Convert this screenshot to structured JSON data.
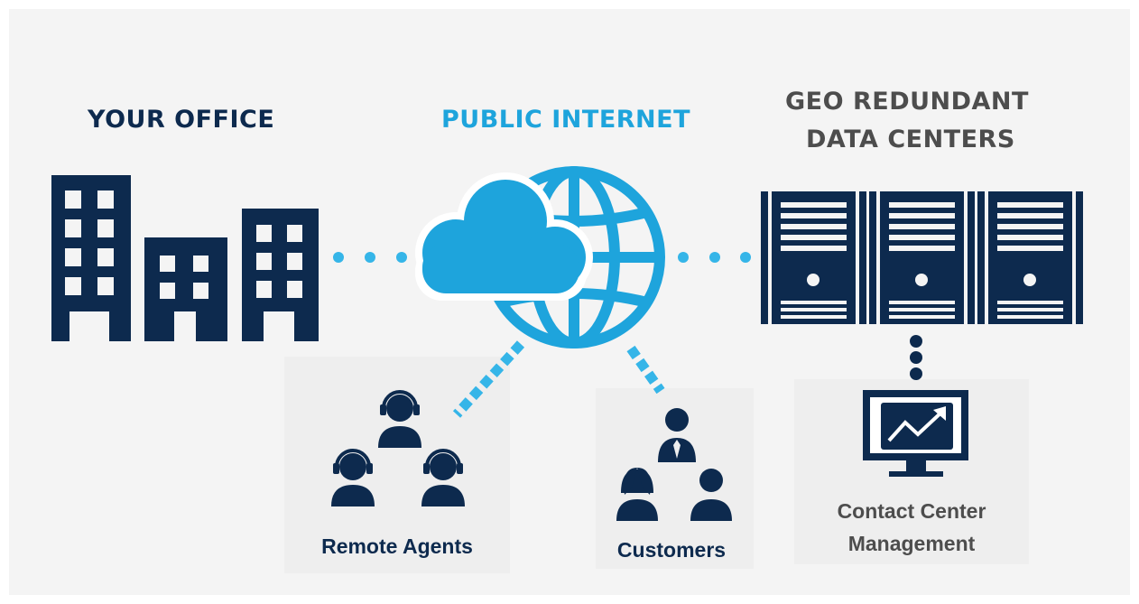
{
  "headings": {
    "your_office": "YOUR OFFICE",
    "public_internet": "PUBLIC INTERNET",
    "data_centers_line1": "GEO REDUNDANT",
    "data_centers_line2": "DATA CENTERS"
  },
  "labels": {
    "remote_agents": "Remote Agents",
    "customers": "Customers",
    "management_line1": "Contact Center",
    "management_line2": "Management"
  },
  "icons": {
    "office": "office-buildings-icon",
    "cloud": "cloud-icon",
    "globe": "globe-icon",
    "servers": "server-rack-icon",
    "monitor": "analytics-monitor-icon",
    "agents": "headset-agent-icon",
    "customers": "customer-group-icon"
  },
  "colors": {
    "navy": "#0d2a4e",
    "blue": "#1ea4dc",
    "light_blue": "#35b5e8",
    "label_gray": "#4d4d4d",
    "background": "#f4f4f4"
  }
}
